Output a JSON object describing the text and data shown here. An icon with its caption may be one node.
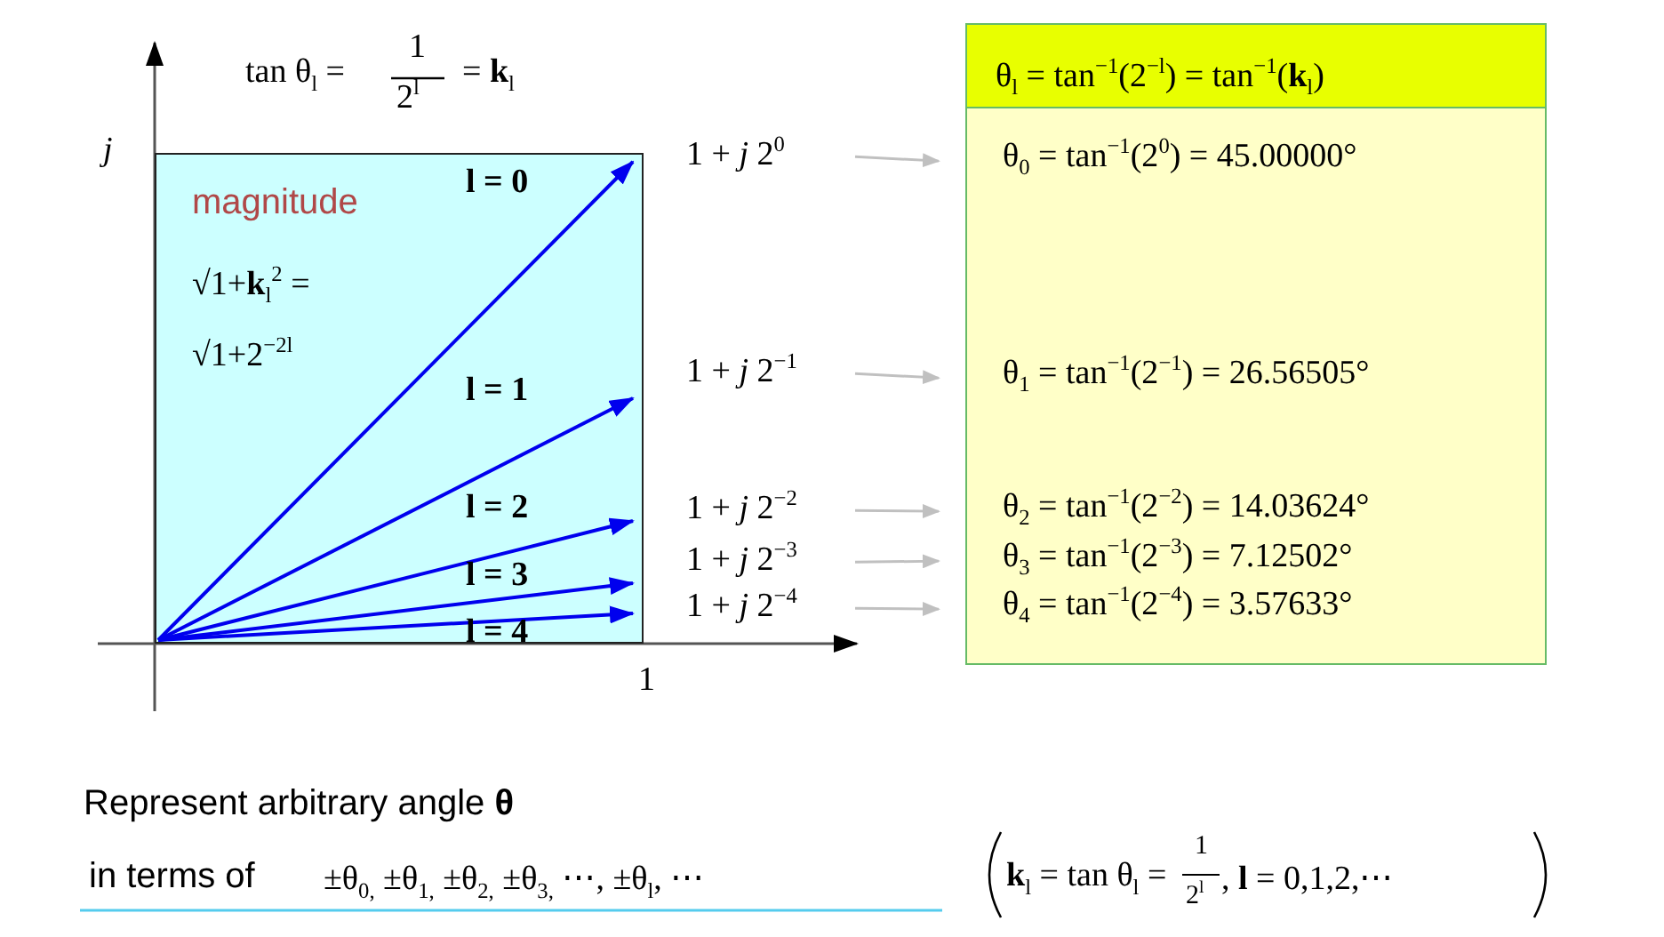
{
  "diagram": {
    "nodes": [
      {
        "text": [
          "magnitude",
          "√1+**k**$_{l}$$^{2}$ =",
          "√1+2$^{−2l}$"
        ]
      },
      {
        "text": [
          "1 + *j* 2$^{0}$"
        ]
      },
      {
        "text": [
          "1 + *j* 2$^{−1}$"
        ]
      },
      {
        "text": [
          "1 + *j* 2$^{−2}$"
        ]
      },
      {
        "text": [
          "1 + *j* 2$^{−3}$"
        ]
      },
      {
        "text": [
          "1 + *j* 2$^{−4}$"
        ]
      },
      {
        "text": [
          "θ$_{l}$ = tan$^{−1}$(2$^{−l}$) = tan$^{−1}$(**k**$_{l}$)"
        ]
      },
      {
        "text": [
          "θ$_{0}$ = tan$^{−1}$(2$^{0}$) = 45.00000°"
        ],
        "in": 6
      },
      {
        "text": [
          "θ$_{1}$ = tan$^{−1}$(2$^{−1}$) = 26.56505°"
        ],
        "in": 6
      },
      {
        "text": [
          "θ$_{2}$ = tan$^{−1}$(2$^{−2}$) = 14.03624°"
        ],
        "in": 6
      },
      {
        "text": [
          "θ$_{3}$ = tan$^{−1}$(2$^{−3}$) = 7.12502°"
        ],
        "in": 6
      },
      {
        "text": [
          "θ$_{4}$ = tan$^{−1}$(2$^{−4}$) = 3.57633°"
        ],
        "in": 6
      }
    ],
    "edges": [
      {
        "from": 1,
        "to": 7,
        "arrow": "to"
      },
      {
        "from": 2,
        "to": 8,
        "arrow": "to"
      },
      {
        "from": 3,
        "to": 9,
        "arrow": "to"
      },
      {
        "from": 4,
        "to": 10,
        "arrow": "to"
      },
      {
        "from": 5,
        "to": 11,
        "arrow": "to"
      }
    ],
    "labels": [
      "tan θ$_{l}$ =",
      "1",
      "2$^{l}$",
      "= **k**$_{l}$",
      "*j*",
      "l = 0",
      "l = 1",
      "l = 2",
      "l = 3",
      "l = 4",
      "1",
      "Represent arbitrary angle **θ**",
      "in terms of",
      "±θ$_{0,}$ ±θ$_{1,}$ ±θ$_{2,}$ ±θ$_{3,}$ ⋯, ±θ$_{l}$, ⋯",
      "**k**$_{l}$ = tan θ$_{l}$ =",
      "1",
      "2$^{l}$",
      ", **l** = 0,1,2,⋯"
    ]
  }
}
